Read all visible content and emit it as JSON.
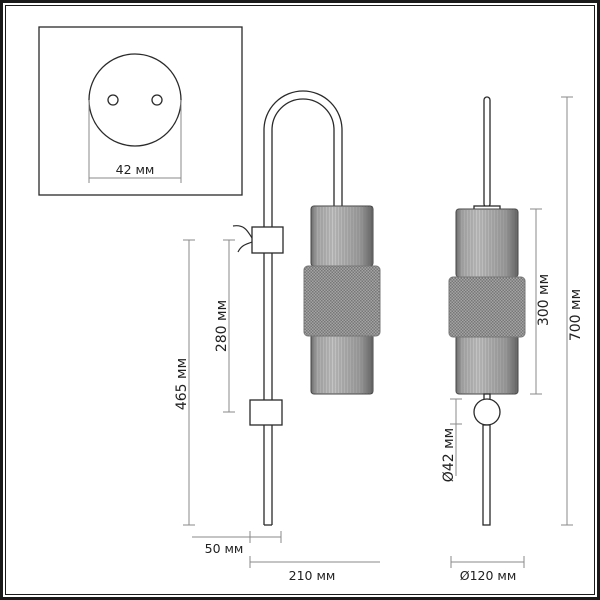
{
  "drawing": {
    "title": "Wall lamp dimension drawing",
    "colors": {
      "frame": "#1a1a1a",
      "line": "#2a2a2a",
      "dimension": "#8a8a8a",
      "shade": "#9a9a9a",
      "knurl": "#8c8c8c"
    },
    "inset": {
      "name": "mounting plate detail",
      "dimension_label": "42 мм"
    },
    "side_view": {
      "dimensions": {
        "height_overall": "465 мм",
        "bracket_spacing": "280 мм",
        "wall_offset": "50 мм",
        "projection": "210 мм"
      }
    },
    "front_view": {
      "dimensions": {
        "shade_height": "300 мм",
        "total_height": "700 мм",
        "ball_diameter": "Ø42 мм",
        "shade_diameter": "Ø120 мм"
      }
    }
  }
}
